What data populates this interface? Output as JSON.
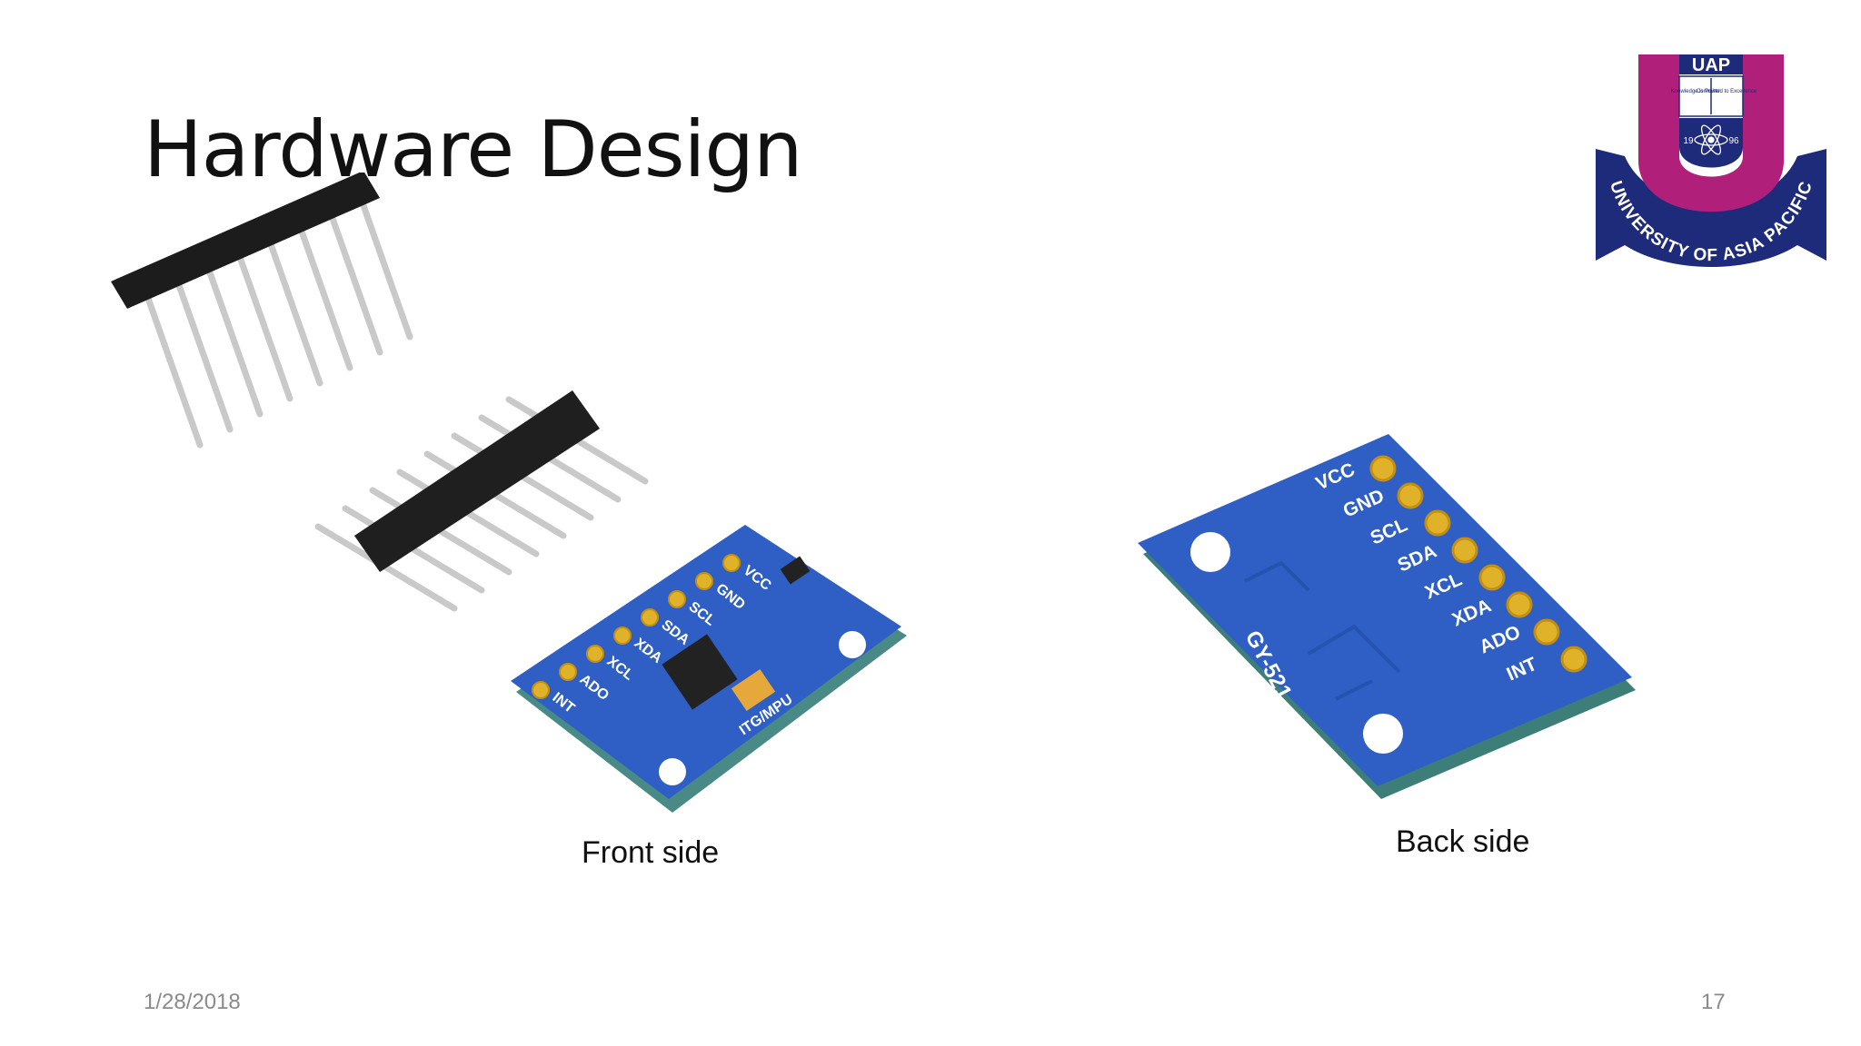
{
  "slide": {
    "title": "Hardware Design",
    "caption_front": "Front side",
    "caption_back": "Back side",
    "footer_date": "1/28/2018",
    "footer_page": "17"
  },
  "logo": {
    "abbr": "UAP",
    "motto_left": "Knowledge is Power",
    "motto_right": "Committed to Excellence",
    "year_left": "19",
    "year_right": "96",
    "university": "UNIVERSITY OF ASIA PACIFIC"
  },
  "board_front": {
    "pins": [
      "VCC",
      "GND",
      "SCL",
      "SDA",
      "XDA",
      "XCL",
      "ADO",
      "INT"
    ],
    "marking": "ITG/MPU"
  },
  "board_back": {
    "pins": [
      "VCC",
      "GND",
      "SCL",
      "SDA",
      "XCL",
      "XDA",
      "ADO",
      "INT"
    ],
    "marking": "GY-521"
  },
  "colors": {
    "pcb_blue": "#2f5fc4",
    "pad_gold": "#e0b22a",
    "logo_magenta": "#b0207a",
    "logo_navy": "#1e2a7a"
  }
}
